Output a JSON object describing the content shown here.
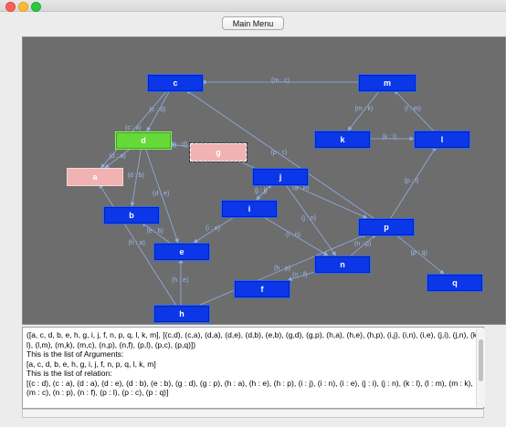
{
  "window": {
    "buttons": [
      "close",
      "minimize",
      "zoom"
    ]
  },
  "toolbar": {
    "main_menu_label": "Main Menu"
  },
  "graph": {
    "nodes": [
      {
        "id": "c",
        "label": "c",
        "style": "blue"
      },
      {
        "id": "m",
        "label": "m",
        "style": "blue"
      },
      {
        "id": "d",
        "label": "d",
        "style": "green"
      },
      {
        "id": "g",
        "label": "g",
        "style": "selected"
      },
      {
        "id": "k",
        "label": "k",
        "style": "blue"
      },
      {
        "id": "l",
        "label": "l",
        "style": "blue"
      },
      {
        "id": "a",
        "label": "a",
        "style": "pink"
      },
      {
        "id": "j",
        "label": "j",
        "style": "blue"
      },
      {
        "id": "i",
        "label": "i",
        "style": "blue"
      },
      {
        "id": "b",
        "label": "b",
        "style": "blue"
      },
      {
        "id": "p",
        "label": "p",
        "style": "blue"
      },
      {
        "id": "e",
        "label": "e",
        "style": "blue"
      },
      {
        "id": "n",
        "label": "n",
        "style": "blue"
      },
      {
        "id": "f",
        "label": "f",
        "style": "blue"
      },
      {
        "id": "q",
        "label": "q",
        "style": "blue"
      },
      {
        "id": "h",
        "label": "h",
        "style": "blue"
      }
    ],
    "edges": [
      {
        "from": "c",
        "to": "d",
        "label": "(c : d)"
      },
      {
        "from": "c",
        "to": "a",
        "label": "(c : a)"
      },
      {
        "from": "d",
        "to": "a",
        "label": "(d : a)"
      },
      {
        "from": "d",
        "to": "e",
        "label": "(d : e)"
      },
      {
        "from": "d",
        "to": "b",
        "label": "(d : b)"
      },
      {
        "from": "e",
        "to": "b",
        "label": "(e : b)"
      },
      {
        "from": "g",
        "to": "d",
        "label": "(g : d)"
      },
      {
        "from": "g",
        "to": "p",
        "label": "(g : p)"
      },
      {
        "from": "h",
        "to": "a",
        "label": "(h : a)"
      },
      {
        "from": "h",
        "to": "e",
        "label": "(h : e)"
      },
      {
        "from": "h",
        "to": "p",
        "label": "(h : p)"
      },
      {
        "from": "i",
        "to": "j",
        "label": "(i : j)"
      },
      {
        "from": "i",
        "to": "n",
        "label": "(i : n)"
      },
      {
        "from": "i",
        "to": "e",
        "label": "(i : e)"
      },
      {
        "from": "j",
        "to": "i",
        "label": "(j : i)"
      },
      {
        "from": "j",
        "to": "n",
        "label": "(j : n)"
      },
      {
        "from": "k",
        "to": "l",
        "label": "(k : l)"
      },
      {
        "from": "l",
        "to": "m",
        "label": "(l : m)"
      },
      {
        "from": "m",
        "to": "k",
        "label": "(m : k)"
      },
      {
        "from": "m",
        "to": "c",
        "label": "(m : c)"
      },
      {
        "from": "n",
        "to": "p",
        "label": "(n : p)"
      },
      {
        "from": "n",
        "to": "f",
        "label": "(n : f)"
      },
      {
        "from": "p",
        "to": "l",
        "label": "(p : l)"
      },
      {
        "from": "p",
        "to": "c",
        "label": "(p : c)"
      },
      {
        "from": "p",
        "to": "q",
        "label": "(p : q)"
      }
    ]
  },
  "output": {
    "line1": "([a, c, d, b, e, h, g, i, j, f, n, p, q, l, k, m], [(c,d), (c,a), (d,a), (d,e), (d,b), (e,b), (g,d), (g,p), (h,a), (h,e), (h,p), (i,j), (i,n), (i,e), (j,i), (j,n), (k,l), (l,m), (m,k), (m,c), (n,p), (n,f), (p,l), (p,c), (p,q)])",
    "line2": "This is the list of Arguments:",
    "line3": "[a, c, d, b, e, h, g, i, j, f, n, p, q, l, k, m]",
    "line4": "This is the list of relation:",
    "line5": "[(c : d), (c : a), (d : a), (d : e), (d : b), (e : b), (g : d), (g : p), (h : a), (h : e), (h : p), (i : j), (i : n), (i : e), (j : i), (j : n), (k : l), (l : m), (m : k), (m : c), (n : p), (n : f), (p : l), (p : c), (p : q)]"
  }
}
